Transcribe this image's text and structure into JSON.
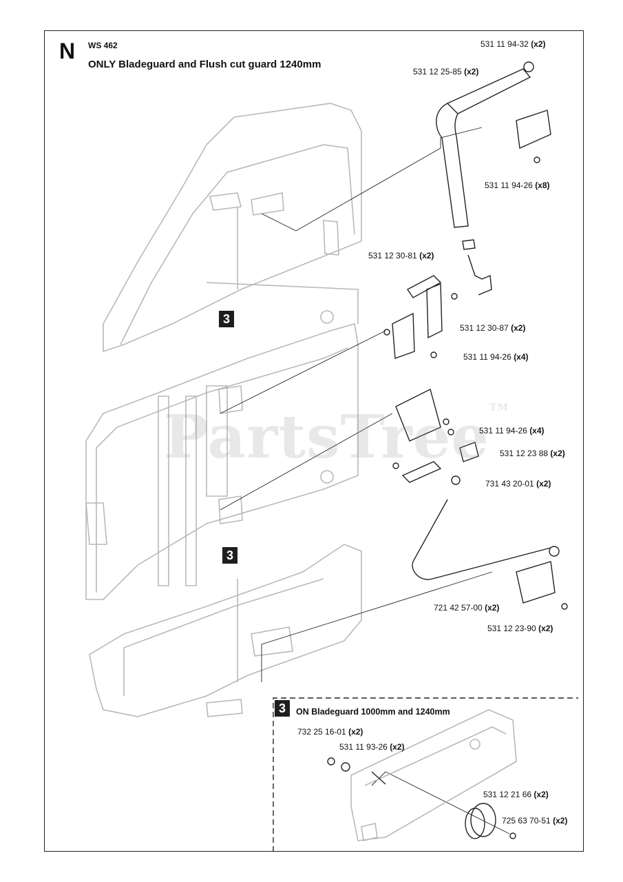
{
  "header": {
    "section_letter": "N",
    "model": "WS 462",
    "title": "ONLY Bladeguard and Flush cut guard 1240mm"
  },
  "callouts": {
    "main_upper": "3",
    "main_lower": "3",
    "inset": "3"
  },
  "watermark": {
    "text": "PartsTree",
    "tm": "TM"
  },
  "inset": {
    "title": "ON Bladeguard 1000mm and 1240mm"
  },
  "parts": [
    {
      "id": "p1",
      "number": "531 11 94-32",
      "qty": "(x2)"
    },
    {
      "id": "p2",
      "number": "531 12 25-85",
      "qty": "(x2)"
    },
    {
      "id": "p3",
      "number": "531 11 94-26",
      "qty": "(x8)"
    },
    {
      "id": "p4",
      "number": "531 12 30-81",
      "qty": "(x2)"
    },
    {
      "id": "p5",
      "number": "531 12 30-87",
      "qty": "(x2)"
    },
    {
      "id": "p6",
      "number": "531 11 94-26",
      "qty": "(x4)"
    },
    {
      "id": "p7",
      "number": "531 11 94-26",
      "qty": "(x4)"
    },
    {
      "id": "p8",
      "number": "531 12 23 88",
      "qty": "(x2)"
    },
    {
      "id": "p9",
      "number": "731 43 20-01",
      "qty": "(x2)"
    },
    {
      "id": "p10",
      "number": "721 42 57-00",
      "qty": "(x2)"
    },
    {
      "id": "p11",
      "number": "531 12 23-90",
      "qty": "(x2)"
    },
    {
      "id": "p12",
      "number": "732 25 16-01",
      "qty": "(x2)"
    },
    {
      "id": "p13",
      "number": "531 11 93-26",
      "qty": "(x2)"
    },
    {
      "id": "p14",
      "number": "531 12 21 66",
      "qty": "(x2)"
    },
    {
      "id": "p15",
      "number": "725 63 70-51",
      "qty": "(x2)"
    }
  ],
  "colors": {
    "line": "#222222",
    "ghost": "#b8b8b8",
    "callout_bg": "#1e1e1e"
  }
}
